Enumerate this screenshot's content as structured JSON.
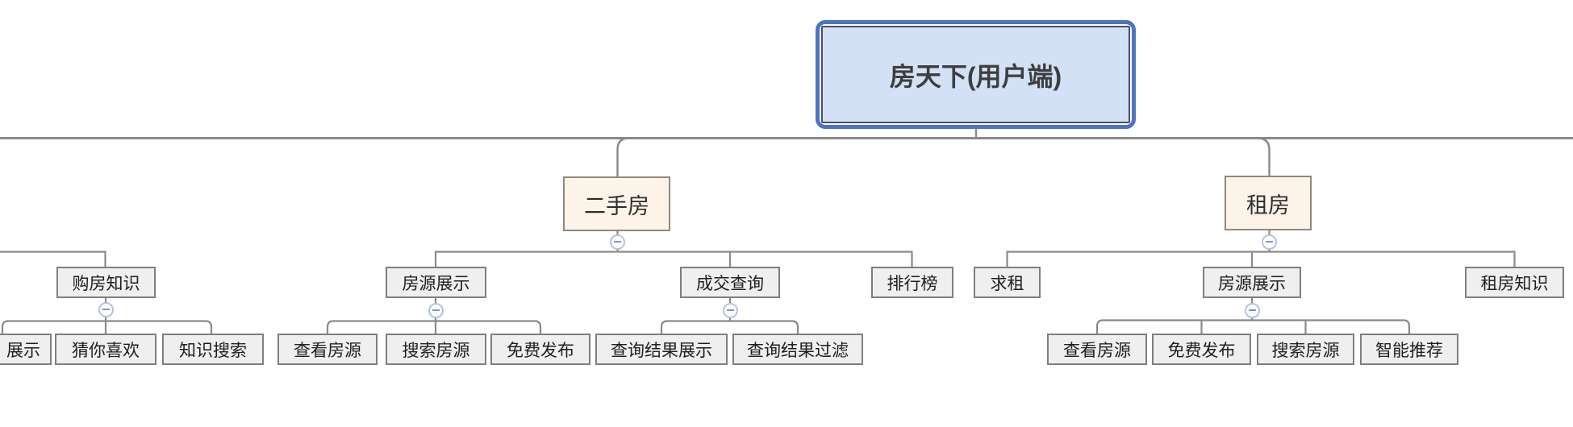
{
  "colors": {
    "root_fill": "#d3e1f7",
    "root_ring": "#4e73c0",
    "root_inner_border": "#4c5064",
    "branch_fill": "#fdf3e9",
    "branch_border": "#8e887e",
    "node_fill": "#efeff0",
    "node_border": "#7f7f7f",
    "connector_line": "#8a8a8a",
    "collapse_ring": "#b3c2e4",
    "collapse_minus": "#7b95cc"
  },
  "mindmap": {
    "root": {
      "label": "房天下(用户端)"
    },
    "branches": [
      {
        "children": [
          {
            "label": "购房知识",
            "collapsible": true,
            "children": [
              {
                "label": "展示",
                "partially_visible": true
              },
              {
                "label": "猜你喜欢"
              },
              {
                "label": "知识搜索"
              }
            ]
          }
        ]
      },
      {
        "label": "二手房",
        "collapsible": true,
        "children": [
          {
            "label": "房源展示",
            "collapsible": true,
            "children": [
              {
                "label": "查看房源"
              },
              {
                "label": "搜索房源"
              },
              {
                "label": "免费发布"
              }
            ]
          },
          {
            "label": "成交查询",
            "collapsible": true,
            "children": [
              {
                "label": "查询结果展示"
              },
              {
                "label": "查询结果过滤"
              }
            ]
          },
          {
            "label": "排行榜"
          }
        ]
      },
      {
        "label": "租房",
        "collapsible": true,
        "children": [
          {
            "label": "求租"
          },
          {
            "label": "房源展示",
            "collapsible": true,
            "children": [
              {
                "label": "查看房源"
              },
              {
                "label": "免费发布"
              },
              {
                "label": "搜索房源"
              },
              {
                "label": "智能推荐"
              }
            ]
          },
          {
            "label": "租房知识"
          }
        ]
      }
    ]
  }
}
